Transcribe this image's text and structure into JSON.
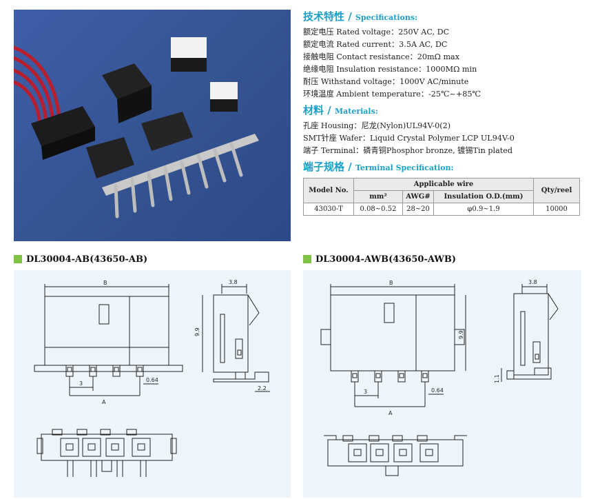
{
  "specifications": {
    "title_cn": "技术特性 /",
    "title_en": "Specifications:",
    "lines": [
      "额定电压 Rated voltage：250V AC, DC",
      "额定电流 Rated current：3.5A AC, DC",
      "接触电阻 Contact resistance：20mΩ max",
      "绝缘电阻 Insulation resistance：1000MΩ min",
      "耐压 Withstand voltage：1000V AC/minute",
      "环境温度 Ambient temperature：-25℃~+85℃"
    ]
  },
  "materials": {
    "title_cn": "材料 /",
    "title_en": "Materials:",
    "lines": [
      "孔座 Housing：尼龙(Nylon)UL94V-0(2)",
      "SMT针座 Wafer：Liquid Crystal Polymer LCP UL94V-0",
      "端子 Terminal：磷青铜Phosphor bronze, 镀锡Tin plated"
    ]
  },
  "terminal_spec": {
    "title_cn": "端子规格 /",
    "title_en": "Terminal Specification:",
    "headers": {
      "model_no": "Model No.",
      "applicable_wire": "Applicable wire",
      "qty_reel": "Qty/reel",
      "mm2": "mm²",
      "awg": "AWG#",
      "insulation_od": "Insulation O.D.(mm)"
    },
    "row": {
      "model_no": "43030-T",
      "mm2": "0.08~0.52",
      "awg": "28~20",
      "insulation_od": "φ0.9~1.9",
      "qty_reel": "10000"
    }
  },
  "drawings": {
    "left": {
      "title": "DL30004-AB(43650-AB)",
      "dim_b": "B",
      "dim_a": "A",
      "dim_pitch": "3",
      "dim_pin": "0.64",
      "dim_width": "3.8",
      "dim_height": "9.9",
      "dim_foot": "2.2"
    },
    "right": {
      "title": "DL30004-AWB(43650-AWB)",
      "dim_b": "B",
      "dim_a": "A",
      "dim_pitch": "3",
      "dim_pin": "0.64",
      "dim_width": "3.8",
      "dim_height": "9.9",
      "dim_foot": "1.1"
    }
  },
  "colors": {
    "accent": "#1a9fc9",
    "green_marker": "#7dc242",
    "photo_bg": "#3a5aa0",
    "drawing_bg": "#eef6fb"
  }
}
